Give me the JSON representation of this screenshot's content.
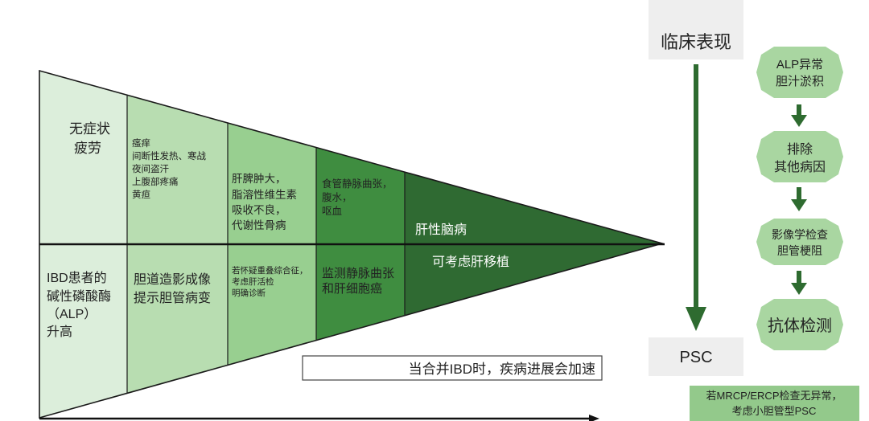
{
  "colors": {
    "col1": "#dceedb",
    "col2": "#b8ddb1",
    "col3": "#98cf90",
    "col4": "#3f8d40",
    "col5": "#2f6a32",
    "arrow": "#2e6b30",
    "grey_box": "#eeeeee",
    "step_oval": "#a9d6a1",
    "note_box": "#93c98b"
  },
  "triangle": {
    "top": [
      {
        "lines": [
          "无症状",
          "疲劳"
        ]
      },
      {
        "lines": [
          "瘙痒",
          "间断性发热、寒战",
          "夜间盗汗",
          "上腹部疼痛",
          "黄疸"
        ]
      },
      {
        "lines": [
          "肝脾肿大，",
          "脂溶性维生素",
          "吸收不良，",
          "代谢性骨病"
        ]
      },
      {
        "lines": [
          "食管静脉曲张，",
          "腹水，",
          "呕血"
        ]
      },
      {
        "lines": [
          "肝性脑病"
        ]
      }
    ],
    "bottom": [
      {
        "lines": [
          "IBD患者的",
          "碱性磷酸酶",
          "（ALP）",
          "升高"
        ]
      },
      {
        "lines": [
          "胆道造影成像",
          "提示胆管病变"
        ]
      },
      {
        "lines": [
          "若怀疑重叠综合征，",
          "考虑肝活检",
          "明确诊断"
        ]
      },
      {
        "lines": [
          "监测静脉曲张",
          "和肝细胞癌"
        ]
      },
      {
        "lines": [
          "可考虑肝移植"
        ]
      }
    ]
  },
  "progress_note": "当合并IBD时，疾病进展会加速",
  "right_panel": {
    "clinical_label": "临床表现",
    "psc_label": "PSC",
    "steps": [
      {
        "lines": [
          "ALP异常",
          "胆汁淤积"
        ]
      },
      {
        "lines": [
          "排除",
          "其他病因"
        ]
      },
      {
        "lines": [
          "影像学检查",
          "胆管梗阻"
        ]
      },
      {
        "lines": [
          "抗体检测"
        ]
      }
    ],
    "note_lines": [
      "若MRCP/ERCP检查无异常，",
      "考虑小胆管型PSC"
    ]
  }
}
